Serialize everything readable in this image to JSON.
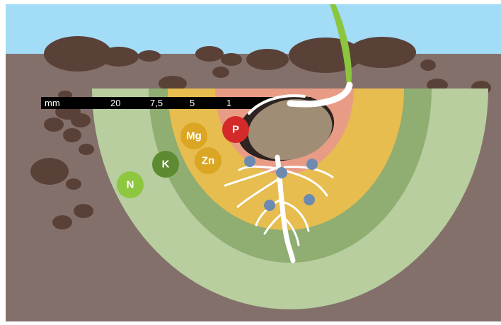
{
  "colors": {
    "sky": "#a3dcf6",
    "soil": "#84706b",
    "stones": "#5a4138",
    "zone_n": "#b8ce9f",
    "zone_k": "#90ad72",
    "zone_mg_zn": "#e6bd4e",
    "zone_p": "#e99c85",
    "seed": "#a08d75",
    "root": "#ffffff",
    "sprout": "#8cc63f",
    "root_hair_dot": "#6d8ab0",
    "scale_bar": "#000000"
  },
  "scale": {
    "unit": "mm",
    "ticks": [
      "20",
      "7,5",
      "5",
      "1"
    ]
  },
  "nutrients": [
    {
      "symbol": "N",
      "color": "#8dc63f"
    },
    {
      "symbol": "K",
      "color": "#5e8b32"
    },
    {
      "symbol": "Mg",
      "color": "#dba624"
    },
    {
      "symbol": "Zn",
      "color": "#dba624"
    },
    {
      "symbol": "P",
      "color": "#d42a2a"
    }
  ]
}
